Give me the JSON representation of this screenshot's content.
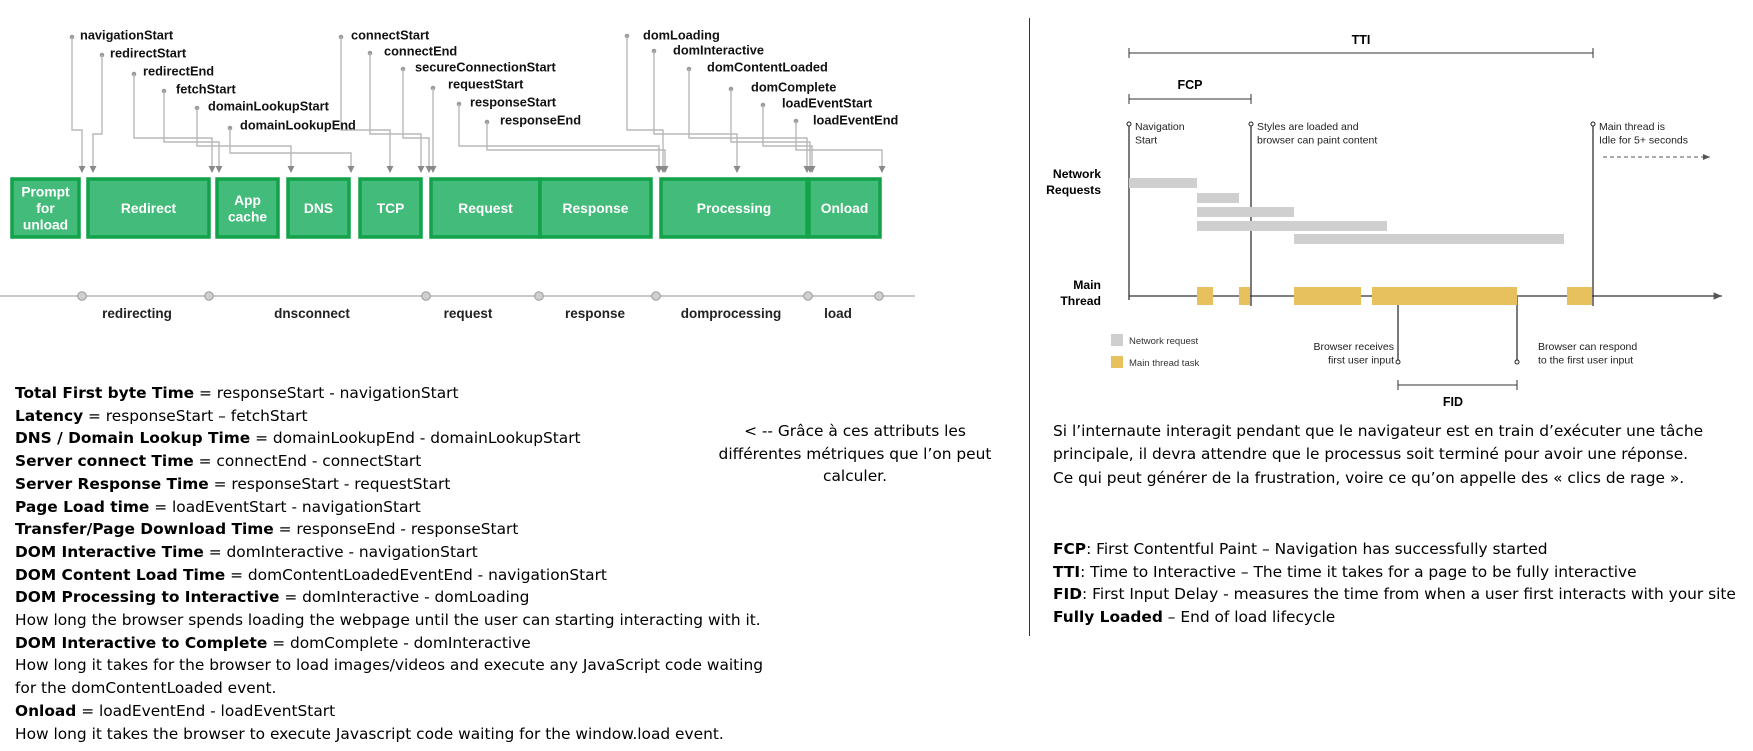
{
  "timing_diagram": {
    "events": [
      "navigationStart",
      "redirectStart",
      "redirectEnd",
      "fetchStart",
      "domainLookupStart",
      "domainLookupEnd",
      "connectStart",
      "connectEnd",
      "secureConnectionStart",
      "requestStart",
      "responseStart",
      "responseEnd",
      "domLoading",
      "domInteractive",
      "domContentLoaded",
      "domComplete",
      "loadEventStart",
      "loadEventEnd"
    ],
    "phases": [
      {
        "label": "Prompt\nfor\nunload"
      },
      {
        "label": "Redirect"
      },
      {
        "label": "App\ncache"
      },
      {
        "label": "DNS"
      },
      {
        "label": "TCP"
      },
      {
        "label": "Request"
      },
      {
        "label": "Response"
      },
      {
        "label": "Processing"
      },
      {
        "label": "Onload"
      }
    ],
    "stages": [
      "redirecting",
      "dnsconnect",
      "request",
      "response",
      "domprocessing",
      "load"
    ],
    "colors": {
      "box_fill": "#43bb7a",
      "box_border": "#12a24a",
      "box_text": "#ffffff",
      "connector": "#b8b8b8",
      "axis": "#c8c8c8"
    }
  },
  "metrics": [
    {
      "name": "Total First byte Time",
      "formula": " = responseStart - navigationStart"
    },
    {
      "name": "Latency",
      "formula": " = responseStart – fetchStart"
    },
    {
      "name": "DNS / Domain Lookup Time",
      "formula": " = domainLookupEnd - domainLookupStart"
    },
    {
      "name": "Server connect Time",
      "formula": " = connectEnd - connectStart"
    },
    {
      "name": "Server Response Time",
      "formula": " = responseStart - requestStart"
    },
    {
      "name": "Page Load time",
      "formula": " = loadEventStart - navigationStart"
    },
    {
      "name": "Transfer/Page Download Time",
      "formula": " = responseEnd - responseStart"
    },
    {
      "name": "DOM Interactive Time",
      "formula": " = domInteractive - navigationStart"
    },
    {
      "name": "DOM Content Load Time",
      "formula": " = domContentLoadedEventEnd - navigationStart"
    },
    {
      "name": "DOM Processing to Interactive",
      "formula": " = domInteractive - domLoading"
    },
    {
      "name": "",
      "formula": "How long the browser spends loading the webpage until the user can starting interacting with it."
    },
    {
      "name": "DOM Interactive to Complete",
      "formula": " = domComplete - domInteractive"
    },
    {
      "name": "",
      "formula": "How long it takes for the browser to load images/videos and execute any JavaScript code waiting"
    },
    {
      "name": "",
      "formula": "for the domContentLoaded event."
    },
    {
      "name": "Onload",
      "formula": " = loadEventEnd - loadEventStart"
    },
    {
      "name": "",
      "formula": "How long it takes the browser to execute Javascript code waiting for the window.load event."
    }
  ],
  "note": "< -- Grâce à ces attributs les différentes métriques que l’on peut calculer.",
  "tti_diagram": {
    "tti_label": "TTI",
    "fcp_label": "FCP",
    "fid_label": "FID",
    "navigation_label": "Navigation\nStart",
    "styles_label": "Styles are loaded and\nbrowser can paint content",
    "idle_label": "Main thread is\nIdle for 5+ seconds",
    "network_row_label": "Network\nRequests",
    "main_row_label": "Main\nThread",
    "receives_label": "Browser receives\nfirst user input",
    "respond_label": "Browser can respond\nto the first user input",
    "legend": [
      {
        "label": "Network request",
        "color": "#cfcfcf"
      },
      {
        "label": "Main thread task",
        "color": "#e8c15f"
      }
    ]
  },
  "paragraph": "Si l’internaute interagit pendant que le navigateur est en train d’exécuter une tâche principale, il devra attendre que le processus soit terminé pour avoir une réponse.\nCe qui peut générer de la frustration, voire ce qu’on appelle des « clics de rage ».",
  "glossary": [
    {
      "term": "FCP",
      "definition": ": First Contentful Paint – Navigation has successfully started"
    },
    {
      "term": "TTI",
      "definition": ": Time to Interactive – The time it takes for a page to be fully interactive"
    },
    {
      "term": "FID",
      "definition": ": First Input Delay - measures the time from when a user first interacts with your site"
    },
    {
      "term": "Fully Loaded",
      "definition": " – End of load lifecycle"
    }
  ]
}
